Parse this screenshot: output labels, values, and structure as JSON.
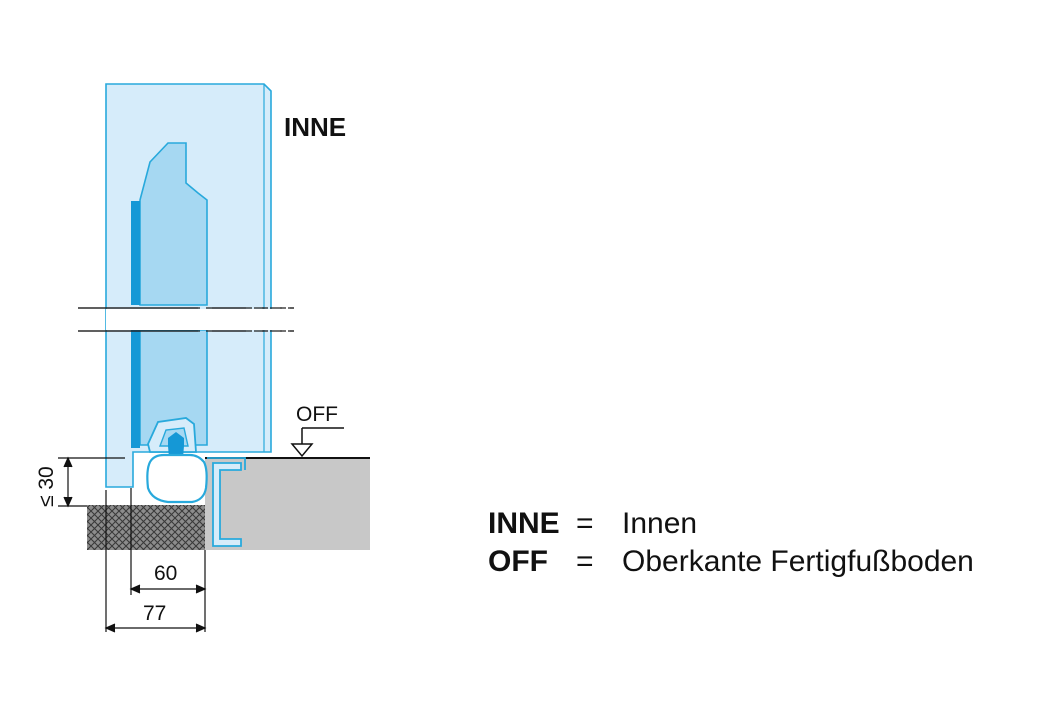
{
  "labels": {
    "inne": "INNE",
    "off": "OFF",
    "dim_height": "≤ 30",
    "dim_width_inner": "60",
    "dim_width_outer": "77"
  },
  "legend": [
    {
      "term": "INNE",
      "eq": "=",
      "desc": "Innen"
    },
    {
      "term": "OFF",
      "eq": "=",
      "desc": "Oberkante Fertigfußboden"
    }
  ],
  "colors": {
    "glass_fill": "#d6ecfa",
    "profile_fill": "#a6d8f2",
    "outline": "#28a9dc",
    "accent": "#1598d6",
    "floor_gray": "#c8c8c8",
    "screed_dark": "#5a5a5a"
  }
}
